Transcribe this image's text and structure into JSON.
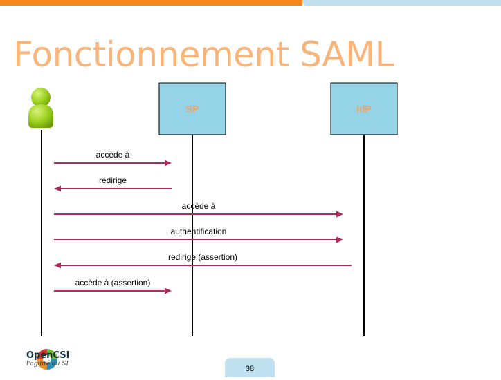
{
  "slide": {
    "title": "Fonctionnement SAML",
    "page_number": "38"
  },
  "diagram": {
    "type": "sequence",
    "participants": [
      {
        "id": "user",
        "label": "",
        "icon": "person-icon"
      },
      {
        "id": "sp",
        "label": "SP"
      },
      {
        "id": "idp",
        "label": "IdP"
      }
    ],
    "messages": [
      {
        "from": "user",
        "to": "sp",
        "label": "accède à"
      },
      {
        "from": "sp",
        "to": "user",
        "label": "redirige"
      },
      {
        "from": "user",
        "to": "idp",
        "label": "accède à"
      },
      {
        "from": "user",
        "to": "idp",
        "label": "authentification"
      },
      {
        "from": "idp",
        "to": "user",
        "label": "redirige (assertion)"
      },
      {
        "from": "user",
        "to": "sp",
        "label": "accède à (assertion)"
      }
    ],
    "colors": {
      "box_fill": "#94d4e6",
      "box_label": "#f2a467",
      "arrow": "#b02a5c",
      "lifeline": "#000000",
      "person": "#8cc516"
    }
  },
  "footer": {
    "logo_name": "OpenCSI",
    "logo_tagline": "l'agilité du SI"
  }
}
